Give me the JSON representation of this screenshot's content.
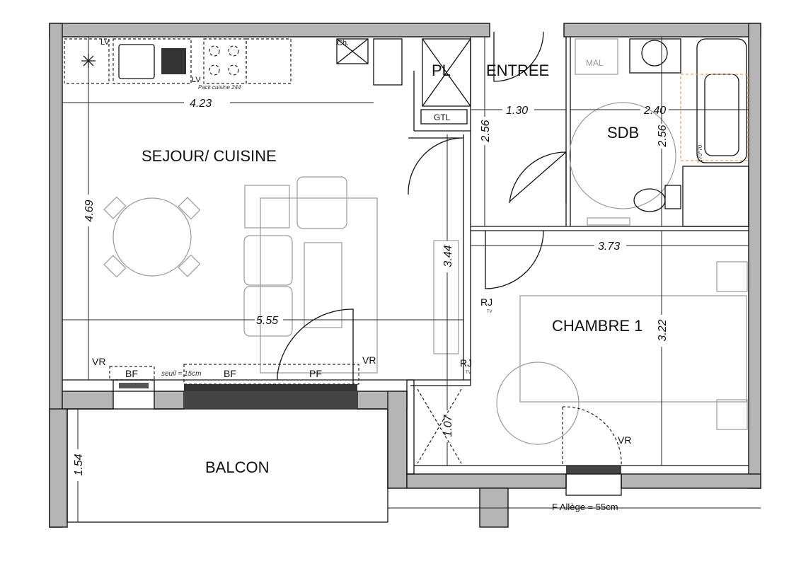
{
  "rooms": {
    "sejour": "SEJOUR/ CUISINE",
    "entree": "ENTREE",
    "pl": "PL",
    "sdb": "SDB",
    "chambre": "CHAMBRE 1",
    "balcon": "BALCON"
  },
  "dimensions": {
    "sejour_width": "4.23",
    "sejour_depth": "4.69",
    "sejour_full": "5.55",
    "entree_width": "1.30",
    "entree_depth": "2.56",
    "sdb_width": "2.40",
    "sdb_depth": "2.56",
    "corridor": "3.44",
    "chambre_width": "3.73",
    "chambre_depth": "3.22",
    "placard": "1.07",
    "balcon_depth": "1.54"
  },
  "labels": {
    "lv1": "LV",
    "lv2": "LV",
    "ch": "Ch.",
    "pack": "Pack cuisine 244",
    "gtl": "GTL",
    "mal": "MAL",
    "bath": "170*70",
    "vr_left": "VR",
    "vr_mid": "VR",
    "vr_chambre": "VR",
    "bf1": "BF",
    "bf2": "BF",
    "pf": "PF",
    "seuil": "seuil = 15cm",
    "rj1": "RJ",
    "tv1": "TV",
    "rj2": "RJ",
    "tv2": "TV",
    "allege": "F  Allège = 55cm"
  }
}
